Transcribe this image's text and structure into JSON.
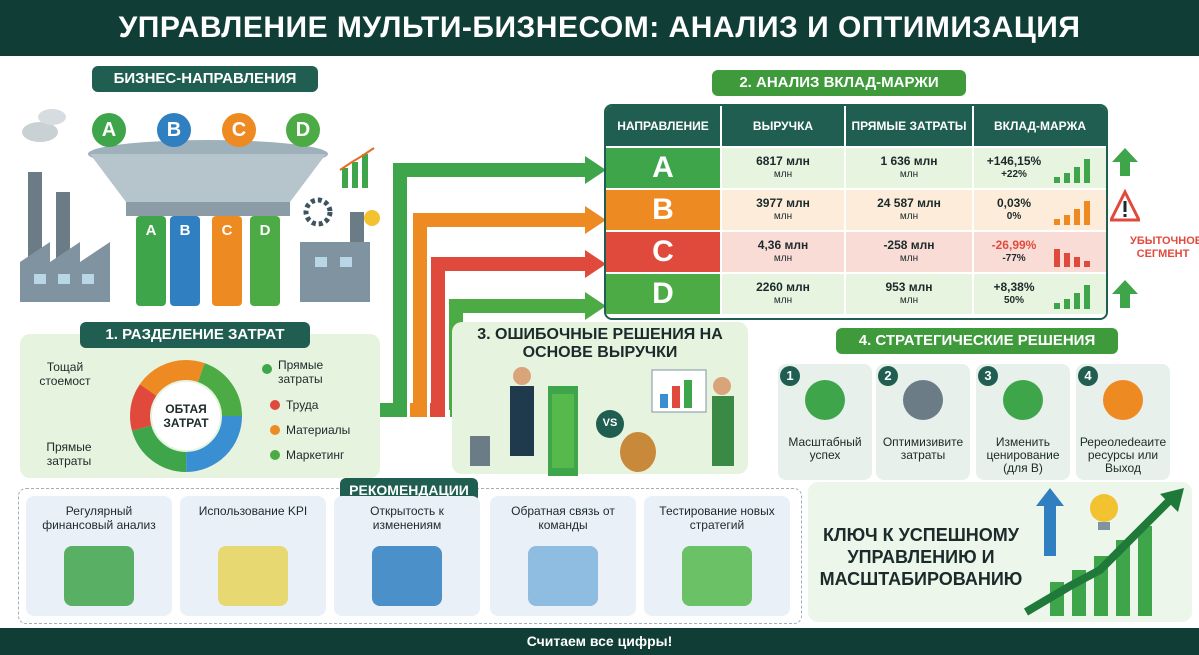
{
  "header": {
    "title": "УПРАВЛЕНИЕ МУЛЬТИ-БИЗНЕСОМ: АНАЛИЗ И ОПТИМИЗАЦИЯ"
  },
  "business": {
    "title": "БИЗНЕС-НАПРАВЛЕНИЯ",
    "balls": [
      "A",
      "B",
      "C",
      "D"
    ],
    "pipes": [
      "A",
      "B",
      "C",
      "D"
    ],
    "colors": {
      "A": "#3fa54a",
      "B": "#2f7fc1",
      "C": "#ee8a22",
      "D": "#4dab46"
    }
  },
  "costs": {
    "title": "1. РАЗДЕЛЕНИЕ ЗАТРАТ",
    "center": "ОБТАЯ ЗАТРАТ",
    "left_labels": [
      "Тощай стоемост",
      "Прямые затраты"
    ],
    "right_labels": [
      "Прямые затраты",
      "Труда",
      "Материалы",
      "Маркетинг"
    ]
  },
  "analysis": {
    "title": "2. АНАЛИЗ ВКЛАД-МАРЖИ",
    "columns": [
      "НАПРАВЛЕНИЕ",
      "ВЫРУЧКА",
      "ПРЯМЫЕ ЗАТРАТЫ",
      "ВКЛАД-МАРЖА"
    ],
    "rows": [
      {
        "letter": "A",
        "revenue": "6817 млн",
        "revenue_unit": "млн",
        "costs": "1 636 млн",
        "costs_unit": "млн",
        "margin": "+146,15%",
        "margin_pct": "+22%",
        "color": "#3fa54a",
        "bg": "#e6f4e0"
      },
      {
        "letter": "B",
        "revenue": "3977 млн",
        "revenue_unit": "млн",
        "costs": "24 587 млн",
        "costs_unit": "млн",
        "margin": "0,03%",
        "margin_pct": "0%",
        "color": "#ee8a22",
        "bg": "#fcecd9"
      },
      {
        "letter": "C",
        "revenue": "4,36 млн",
        "revenue_unit": "млн",
        "costs": "-258 млн",
        "costs_unit": "млн",
        "margin": "-26,99%",
        "margin_pct": "-77%",
        "color": "#e04a3c",
        "bg": "#fadcd7"
      },
      {
        "letter": "D",
        "revenue": "2260 млн",
        "revenue_unit": "млн",
        "costs": "953 млн",
        "costs_unit": "млн",
        "margin": "+8,38%",
        "margin_pct": "50%",
        "color": "#4dab46",
        "bg": "#e6f4e0"
      }
    ],
    "loss_label": "УБЫТОЧНОЕ СЕГМЕНТ"
  },
  "wrong": {
    "title": "3. ОШИБОЧНЫЕ РЕШЕНИЯ НА ОСНОВЕ ВЫРУЧКИ",
    "vs": "VS"
  },
  "strategy": {
    "title": "4. СТРАТЕГИЧЕСКИЕ РЕШЕНИЯ",
    "cards": [
      {
        "num": "1",
        "label": "Масштабный успех"
      },
      {
        "num": "2",
        "label": "Оптимизивите затраты"
      },
      {
        "num": "3",
        "label": "Изменить ценирование (для B)"
      },
      {
        "num": "4",
        "label": "Ререолеdеаите ресурсы или Выход"
      }
    ]
  },
  "recommendations": {
    "title": "РЕКОМЕНДАЦИИ",
    "cards": [
      "Регулярный финансовый анализ",
      "Использование KPI",
      "Открытость к изменениям",
      "Обратная связь от команды",
      "Тестирование новых стратегий"
    ]
  },
  "key": {
    "text": "КЛЮЧ К УСПЕШНОМУ УПРАВЛЕНИЮ И МАСШТАБИРОВАНИЮ"
  },
  "footer": {
    "text": "Считаем все цифры!"
  }
}
